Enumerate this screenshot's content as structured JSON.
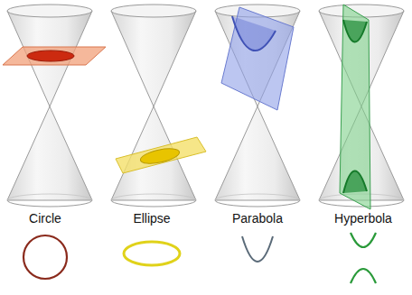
{
  "diagram": {
    "labels": [
      "Circle",
      "Ellipse",
      "Parabola",
      "Hyperbola"
    ]
  }
}
